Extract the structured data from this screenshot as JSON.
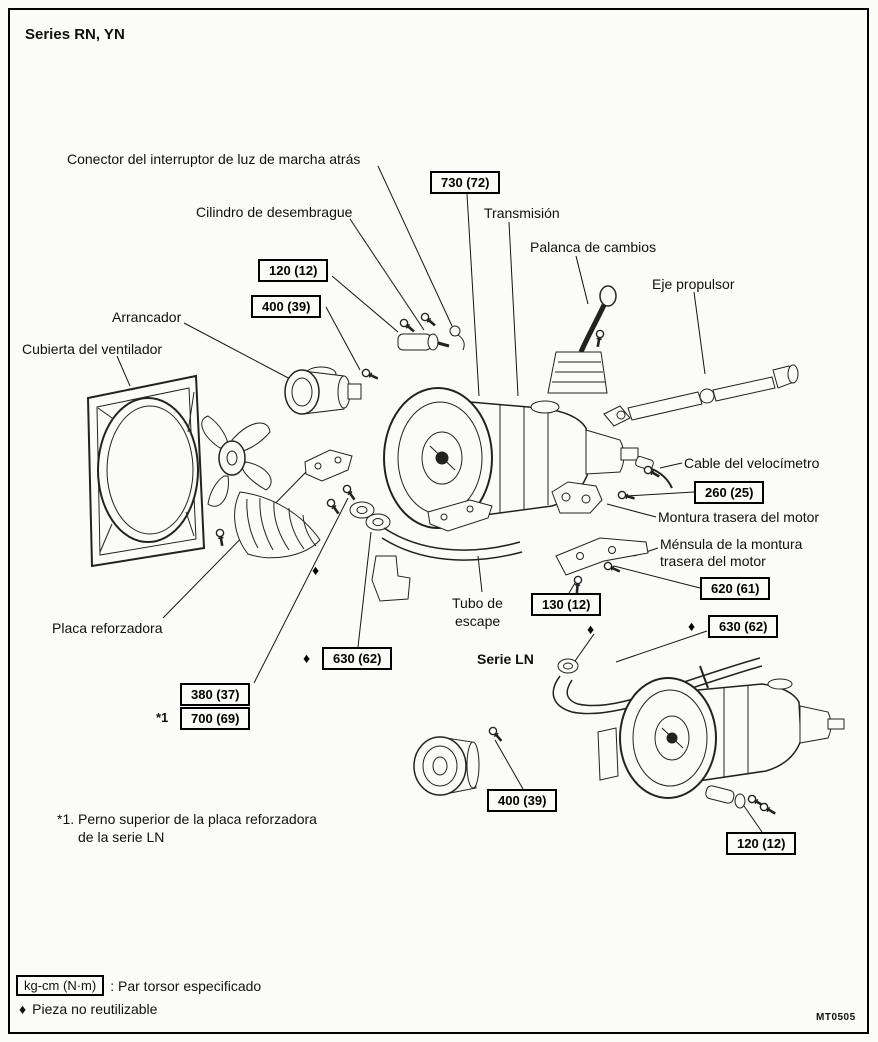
{
  "page": {
    "series_title": "Series RN, YN",
    "doc_code": "MT0505"
  },
  "labels": {
    "reverse_light_connector": "Conector del interruptor de luz de marcha atrás",
    "clutch_release_cylinder": "Cilindro de desembrague",
    "transmission": "Transmisión",
    "shift_lever": "Palanca de cambios",
    "propeller_shaft": "Eje propulsor",
    "starter": "Arrancador",
    "fan_shroud": "Cubierta del ventilador",
    "speedometer_cable": "Cable del velocímetro",
    "rear_engine_mount": "Montura trasera del motor",
    "rear_mount_bracket_1": "Ménsula de la montura",
    "rear_mount_bracket_2": "trasera del motor",
    "reinforcement_plate": "Placa reforzadora",
    "exhaust_pipe_1": "Tubo de",
    "exhaust_pipe_2": "escape",
    "serie_ln": "Serie LN"
  },
  "torques": {
    "t730": "730 (72)",
    "t120_rn": "120 (12)",
    "t400_rn": "400 (39)",
    "t260": "260 (25)",
    "t620": "620 (61)",
    "t130": "130 (12)",
    "t630_left": "630 (62)",
    "t630_right": "630 (62)",
    "t380": "380 (37)",
    "t700": "700 (69)",
    "t700_note": "*1",
    "t400_ln": "400 (39)",
    "t120_ln": "120 (12)"
  },
  "marks": {
    "diamond": "♦"
  },
  "footnote": {
    "line1": "*1. Perno superior de la placa reforzadora",
    "line2": "de la serie LN"
  },
  "legend": {
    "unit_box": "kg-cm (N·m)",
    "unit_text": ": Par torsor especificado",
    "diamond_text": "Pieza no reutilizable"
  }
}
